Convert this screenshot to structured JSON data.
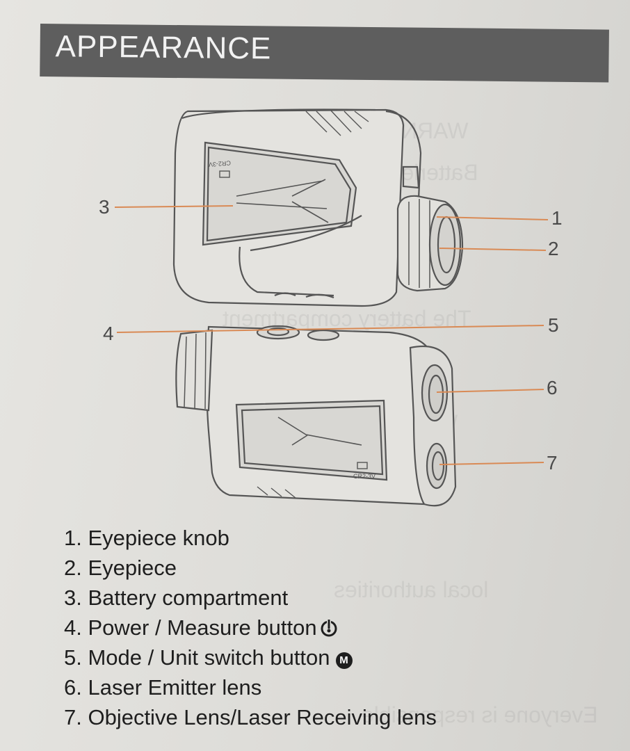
{
  "header": {
    "title": "APPEARANCE"
  },
  "diagram": {
    "callouts": [
      "1",
      "2",
      "3",
      "4",
      "5",
      "6",
      "7"
    ],
    "device_labels": {
      "top_battery": "CR2-3V",
      "bottom_battery": "CR2-3V"
    },
    "accent_color": "#d98a55"
  },
  "legend": {
    "items": [
      {
        "label": "1. Eyepiece knob"
      },
      {
        "label": "2. Eyepiece"
      },
      {
        "label": "3. Battery compartment"
      },
      {
        "label": "4. Power / Measure button",
        "icon": "power-icon"
      },
      {
        "label": "5. Mode / Unit switch button",
        "icon": "mode-icon",
        "icon_text": "M"
      },
      {
        "label": "6. Laser Emitter lens"
      },
      {
        "label": "7. Objective Lens/Laser Receiving lens"
      }
    ]
  }
}
